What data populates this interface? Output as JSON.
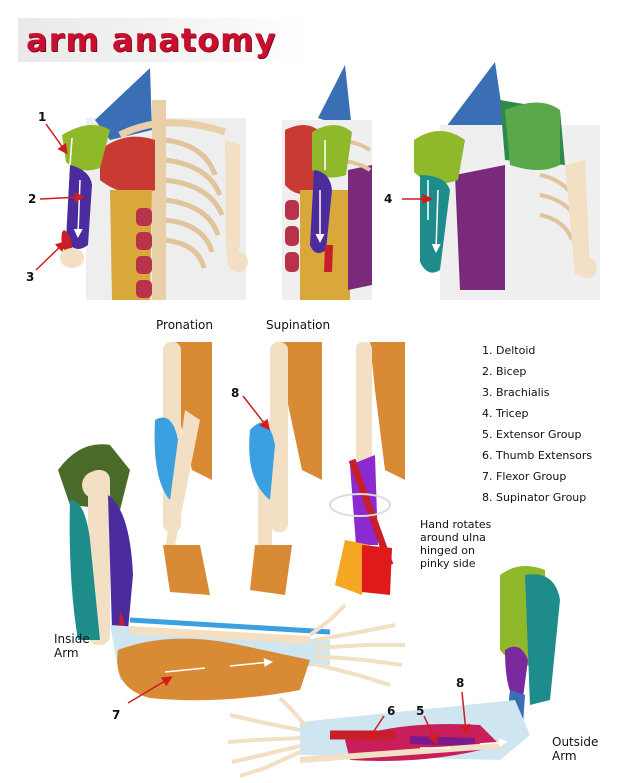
{
  "title": "arm anatomy",
  "captions": {
    "pronation": "Pronation",
    "supination": "Supination"
  },
  "legend": [
    "1. Deltoid",
    "2. Bicep",
    "3. Brachialis",
    "4. Tricep",
    "5. Extensor Group",
    "6. Thumb Extensors",
    "7. Flexor Group",
    "8. Supinator Group"
  ],
  "note": [
    "Hand rotates",
    "around ulna",
    "hinged on",
    "pinky side"
  ],
  "side_labels": {
    "inside": [
      "Inside",
      "Arm"
    ],
    "outside": [
      "Outside",
      "Arm"
    ]
  },
  "callouts": [
    "1",
    "2",
    "3",
    "4",
    "8",
    "7",
    "6",
    "5",
    "8"
  ],
  "colors": {
    "deltoid": "#8fb82a",
    "bicep": "#4b2c9e",
    "brachialis": "#c81e2a",
    "tricep": "#1f8c8c",
    "extensor": "#7a1a8c",
    "supinator": "#3aa0e0",
    "flexor": "#d98a35",
    "bone": "#f2dfc4",
    "trapezius": "#3b6fb5",
    "arrow": "#d01c1c",
    "title": "#c8102e"
  }
}
